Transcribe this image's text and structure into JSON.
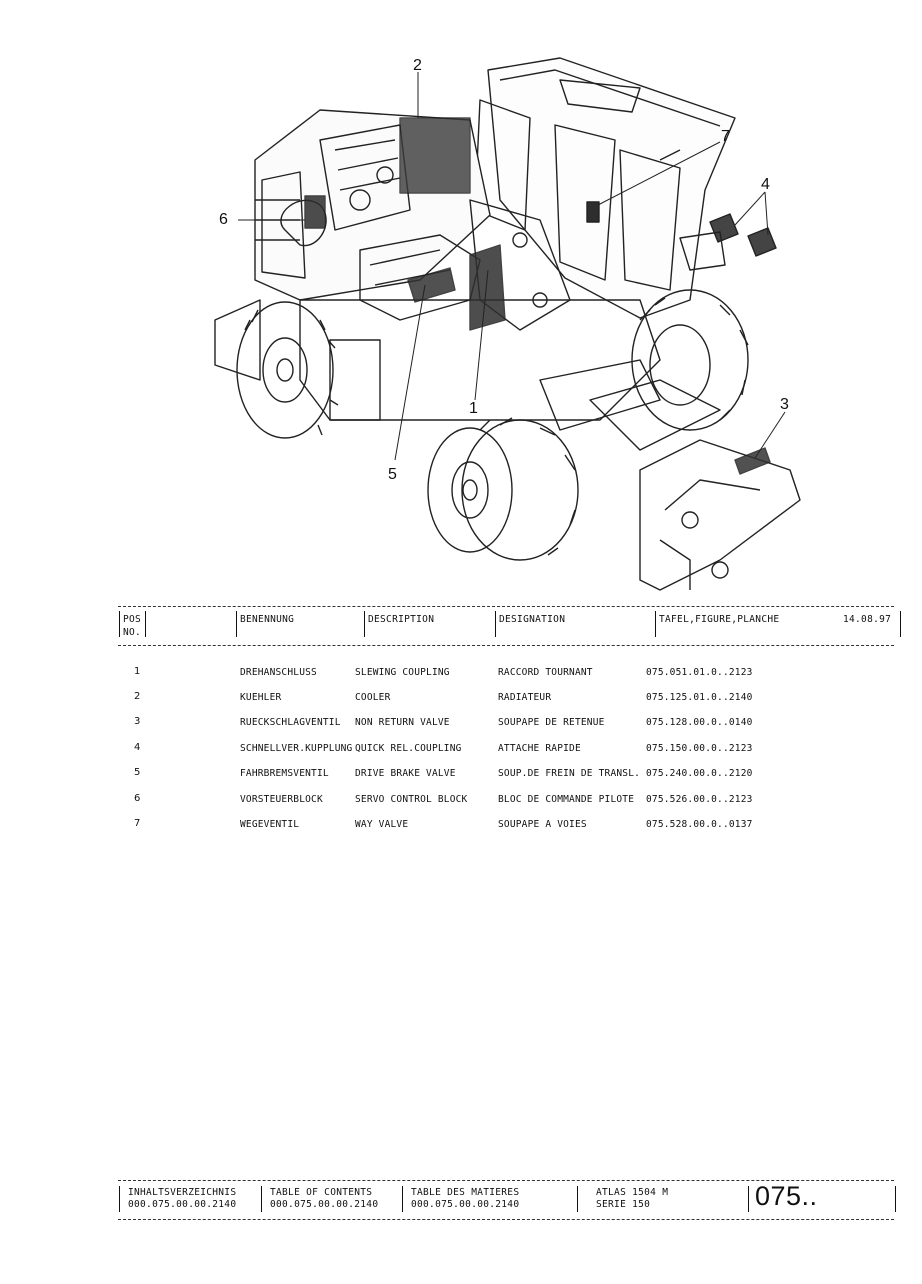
{
  "diagram": {
    "callouts": [
      "1",
      "2",
      "3",
      "4",
      "5",
      "6",
      "7"
    ]
  },
  "table": {
    "headers": {
      "pos": "POS",
      "no": "NO.",
      "benennung": "BENENNUNG",
      "description": "DESCRIPTION",
      "designation": "DESIGNATION",
      "tafel": "TAFEL,FIGURE,PLANCHE",
      "date": "14.08.97"
    },
    "rows": [
      {
        "pos": "1",
        "benennung": "DREHANSCHLUSS",
        "description": "SLEWING COUPLING",
        "designation": "RACCORD TOURNANT",
        "tafel": "075.051.01.0..2123"
      },
      {
        "pos": "2",
        "benennung": "KUEHLER",
        "description": "COOLER",
        "designation": "RADIATEUR",
        "tafel": "075.125.01.0..2140"
      },
      {
        "pos": "3",
        "benennung": "RUECKSCHLAGVENTIL",
        "description": "NON RETURN VALVE",
        "designation": "SOUPAPE DE RETENUE",
        "tafel": "075.128.00.0..0140"
      },
      {
        "pos": "4",
        "benennung": "SCHNELLVER.KUPPLUNG",
        "description": "QUICK REL.COUPLING",
        "designation": "ATTACHE RAPIDE",
        "tafel": "075.150.00.0..2123"
      },
      {
        "pos": "5",
        "benennung": "FAHRBREMSVENTIL",
        "description": "DRIVE BRAKE VALVE",
        "designation": "SOUP.DE FREIN DE TRANSL.",
        "tafel": "075.240.00.0..2120"
      },
      {
        "pos": "6",
        "benennung": "VORSTEUERBLOCK",
        "description": "SERVO CONTROL BLOCK",
        "designation": "BLOC DE COMMANDE PILOTE",
        "tafel": "075.526.00.0..2123"
      },
      {
        "pos": "7",
        "benennung": "WEGEVENTIL",
        "description": "WAY VALVE",
        "designation": "SOUPAPE A VOIES",
        "tafel": "075.528.00.0..0137"
      }
    ]
  },
  "footer": {
    "col1_title": "INHALTSVERZEICHNIS",
    "col1_code": "000.075.00.00.2140",
    "col2_title": "TABLE OF CONTENTS",
    "col2_code": "000.075.00.00.2140",
    "col3_title": "TABLE DES MATIERES",
    "col3_code": "000.075.00.00.2140",
    "model": "ATLAS 1504 M",
    "serie": "SERIE 150",
    "page_code": "075.."
  }
}
